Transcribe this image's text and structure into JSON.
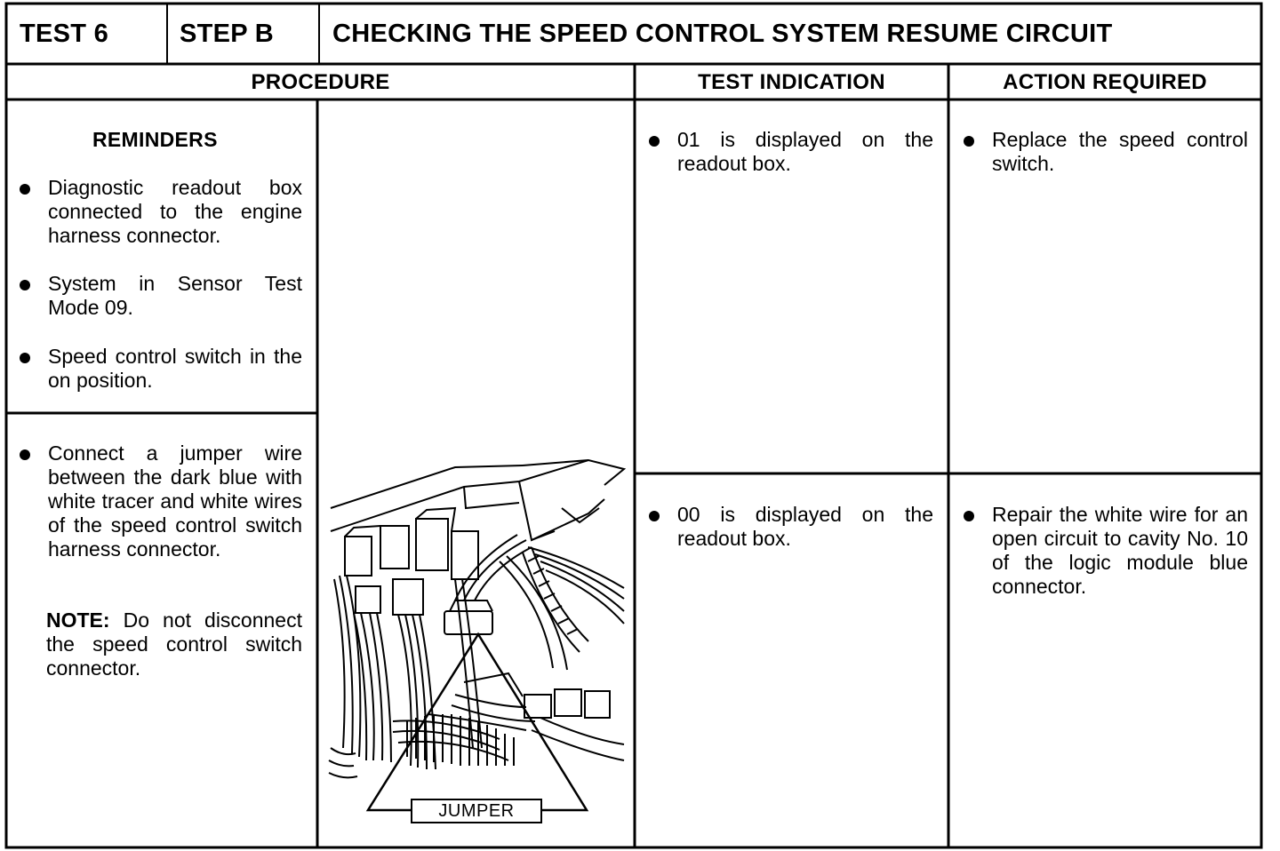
{
  "header": {
    "test": "TEST 6",
    "step": "STEP B",
    "title": "CHECKING THE SPEED CONTROL SYSTEM RESUME CIRCUIT"
  },
  "columns": {
    "procedure": "PROCEDURE",
    "test_indication": "TEST INDICATION",
    "action_required": "ACTION REQUIRED"
  },
  "reminders": {
    "title": "REMINDERS",
    "items": [
      "Diagnostic readout box connected to the engine harness connector.",
      "System in Sensor Test Mode 09.",
      "Speed control switch in the on position."
    ]
  },
  "procedure": {
    "step": "Connect a jumper wire between the dark blue with white tracer and white wires of the speed control switch harness connector.",
    "note_label": "NOTE:",
    "note_text": " Do not disconnect the speed control switch connector."
  },
  "illustration": {
    "label": "JUMPER"
  },
  "rows": [
    {
      "indication": "01 is displayed on the readout box.",
      "action": "Replace the speed control switch."
    },
    {
      "indication": "00 is displayed on the readout box.",
      "action": "Repair the white wire for an open circuit to cavity No. 10 of the logic module blue connector."
    }
  ]
}
